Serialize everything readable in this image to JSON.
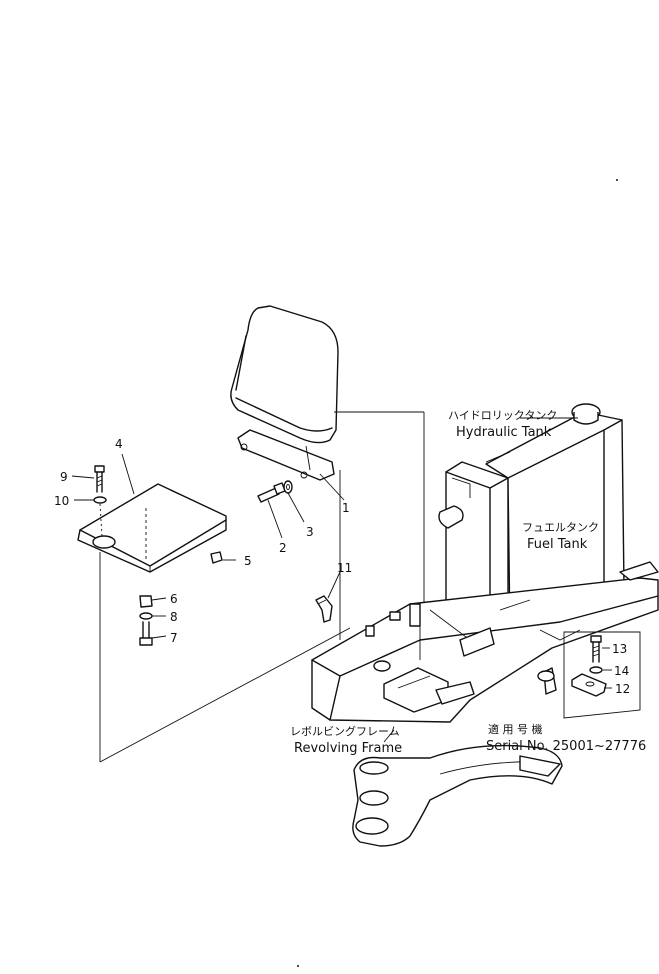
{
  "callouts": [
    {
      "id": "1",
      "text": "1"
    },
    {
      "id": "2",
      "text": "2"
    },
    {
      "id": "3",
      "text": "3"
    },
    {
      "id": "4",
      "text": "4"
    },
    {
      "id": "5",
      "text": "5"
    },
    {
      "id": "6",
      "text": "6"
    },
    {
      "id": "7",
      "text": "7"
    },
    {
      "id": "8",
      "text": "8"
    },
    {
      "id": "9",
      "text": "9"
    },
    {
      "id": "10",
      "text": "10"
    },
    {
      "id": "11",
      "text": "11"
    },
    {
      "id": "12",
      "text": "12"
    },
    {
      "id": "13",
      "text": "13"
    },
    {
      "id": "14",
      "text": "14"
    }
  ],
  "labels": {
    "hydraulic_tank_jp": "ハイドロリックタンク",
    "hydraulic_tank_en": "Hydraulic Tank",
    "fuel_tank_jp": "フュエルタンク",
    "fuel_tank_en": "Fuel Tank",
    "revolving_frame_jp": "レボルビングフレーム",
    "revolving_frame_en": "Revolving Frame",
    "serial_jp": "適 用 号 機",
    "serial_en": "Serial No. 25001~27776"
  }
}
